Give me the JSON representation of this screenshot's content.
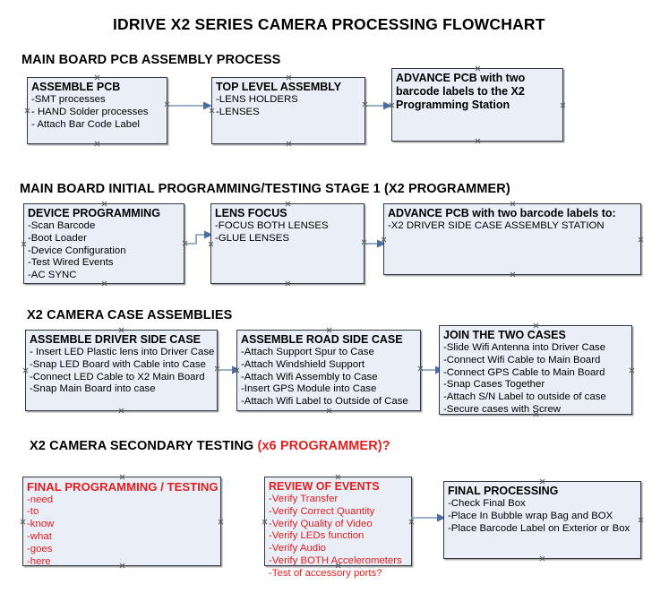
{
  "document": {
    "title": "IDRIVE X2  SERIES CAMERA PROCESSING FLOWCHART"
  },
  "colors": {
    "node_fill": "#e9eef7",
    "node_border": "#333942",
    "connector": "#7c96b4",
    "arrowhead": "#4a6fa5",
    "red_text": "#e02020",
    "black_text": "#000000"
  },
  "sections": [
    {
      "id": "main-board-pcb-assembly",
      "heading": "MAIN BOARD PCB ASSEMBLY PROCESS",
      "heading_red_suffix": "",
      "nodes": [
        {
          "id": "assemble-pcb",
          "title": "ASSEMBLE PCB",
          "lines": [
            "-SMT processes",
            "- HAND Solder processes",
            "- Attach Bar Code Label"
          ]
        },
        {
          "id": "top-level-assembly",
          "title": "TOP LEVEL ASSEMBLY",
          "lines": [
            "-LENS HOLDERS",
            "-LENSES"
          ]
        },
        {
          "id": "advance-pcb-to-x2-programming-station",
          "title": "ADVANCE PCB with two barcode labels to the  X2 Programming Station",
          "lines": []
        }
      ]
    },
    {
      "id": "main-board-initial-programming",
      "heading": "MAIN BOARD INITIAL PROGRAMMING/TESTING STAGE 1 (X2 PROGRAMMER)",
      "heading_red_suffix": "",
      "nodes": [
        {
          "id": "device-programming",
          "title": "DEVICE PROGRAMMING",
          "lines": [
            "-Scan Barcode",
            "-Boot Loader",
            "-Device Configuration",
            "-Test Wired Events",
            "-AC SYNC"
          ]
        },
        {
          "id": "lens-focus",
          "title": "LENS FOCUS",
          "lines": [
            "-FOCUS BOTH LENSES",
            "-GLUE LENSES"
          ]
        },
        {
          "id": "advance-pcb-to-driver-side-case",
          "title": "ADVANCE PCB with two barcode labels to:",
          "lines": [
            "-X2 DRIVER  SIDE  CASE  ASSEMBLY STATION"
          ]
        }
      ]
    },
    {
      "id": "x2-camera-case-assemblies",
      "heading": "X2 CAMERA CASE ASSEMBLIES",
      "heading_red_suffix": "",
      "nodes": [
        {
          "id": "assemble-driver-side-case",
          "title": "ASSEMBLE DRIVER SIDE CASE",
          "lines": [
            "- Insert LED Plastic lens into Driver Case",
            "-Snap LED Board with Cable into Case",
            "-Connect LED Cable to X2 Main Board",
            "-Snap Main Board into case"
          ]
        },
        {
          "id": "assemble-road-side-case",
          "title": "ASSEMBLE ROAD SIDE CASE",
          "lines": [
            "-Attach Support Spur to Case",
            "-Attach Windshield Support",
            "-Attach Wifi Assembly to Case",
            "-Insert GPS Module into Case",
            "-Attach Wifi Label to Outside of Case"
          ]
        },
        {
          "id": "join-the-two-cases",
          "title": "JOIN THE TWO CASES",
          "lines": [
            "-Slide Wifi Antenna into Driver Case",
            "-Connect Wifi Cable to Main Board",
            "-Connect GPS Cable to Main Board",
            "-Snap Cases Together",
            "-Attach S/N Label to outside of case",
            "-Secure cases with Screw"
          ]
        }
      ]
    },
    {
      "id": "x2-camera-secondary-testing",
      "heading": "X2 CAMERA SECONDARY TESTING ",
      "heading_red_suffix": "(x6 PROGRAMMER)?",
      "nodes": [
        {
          "id": "final-programming-testing",
          "title": "FINAL PROGRAMMING / TESTING",
          "lines": [
            "-need",
            "-to",
            "-know",
            "-what",
            "-goes",
            "-here"
          ]
        },
        {
          "id": "review-of-events",
          "title": "REVIEW OF EVENTS",
          "lines": [
            "-Verify Transfer",
            "-Verify Correct Quantity",
            "-Verify Quality of Video",
            "-Verify LEDs function",
            "-Verify Audio",
            "-Verify BOTH Accelerometers",
            "-Test of accessory ports?"
          ]
        },
        {
          "id": "final-processing",
          "title": "FINAL PROCESSING",
          "lines": [
            "-Check Final Box",
            "-Place In Bubble wrap Bag and BOX",
            "-Place Barcode Label on Exterior or Box"
          ]
        }
      ]
    }
  ]
}
